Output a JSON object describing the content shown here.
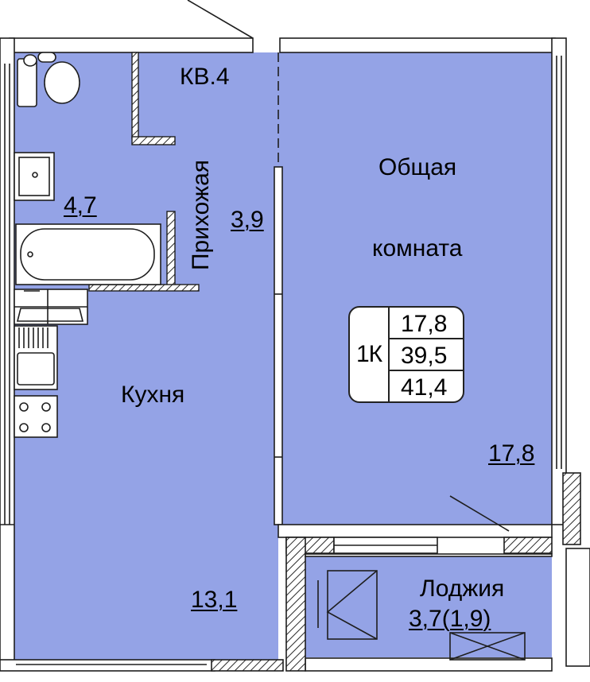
{
  "plan": {
    "apartment_label": "КВ.4",
    "rooms": [
      {
        "key": "bathroom",
        "area": "4,7"
      },
      {
        "key": "hallway",
        "name": "Прихожая",
        "area": "3,9"
      },
      {
        "key": "kitchen",
        "name": "Кухня",
        "area": "13,1"
      },
      {
        "key": "living",
        "name_line1": "Общая",
        "name_line2": "комната",
        "area": "17,8"
      },
      {
        "key": "loggia",
        "name": "Лоджия",
        "area": "3,7(1,9)"
      }
    ],
    "summary": {
      "type_code": "1К",
      "living_area": "17,8",
      "total_area": "39,5",
      "total_with_loggia": "41,4"
    }
  },
  "colors": {
    "room_fill": "#94a3e6",
    "wall": "#1e1e1e",
    "hatch": "#2a2a2a",
    "background": "#ffffff"
  }
}
